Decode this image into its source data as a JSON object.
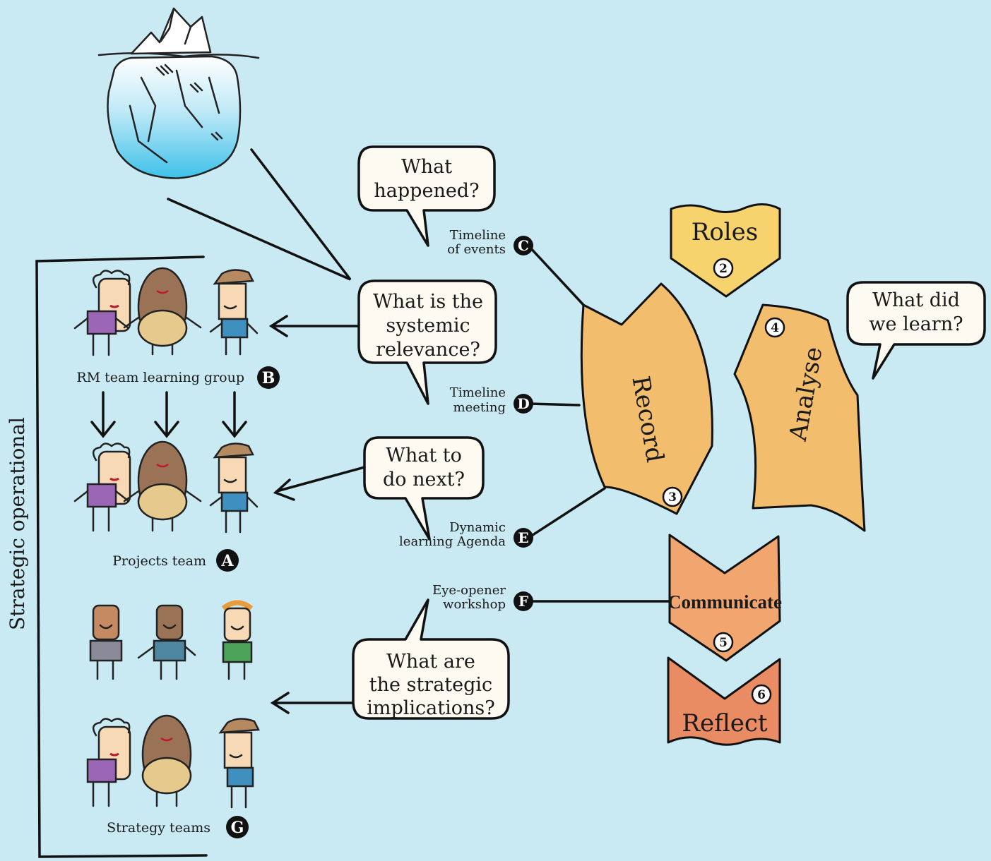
{
  "side_label": "Strategic operational",
  "questions": {
    "q1_line1": "What",
    "q1_line2": "happened?",
    "q2_line1": "What is the",
    "q2_line2": "systemic",
    "q2_line3": "relevance?",
    "q3_line1": "What to",
    "q3_line2": "do next?",
    "q4_line1": "What are",
    "q4_line2": "the strategic",
    "q4_line3": "implications?",
    "q5_line1": "What did",
    "q5_line2": "we learn?"
  },
  "nodes": {
    "c_line1": "Timeline",
    "c_line2": "of events",
    "c_letter": "C",
    "d_line1": "Timeline",
    "d_line2": "meeting",
    "d_letter": "D",
    "e_line1": "Dynamic",
    "e_line2": "learning Agenda",
    "e_letter": "E",
    "f_line1": "Eye-opener",
    "f_line2": "workshop",
    "f_letter": "F"
  },
  "groups": {
    "b_label": "RM team learning group",
    "b_letter": "B",
    "a_label": "Projects team",
    "a_letter": "A",
    "g_label": "Strategy teams",
    "g_letter": "G"
  },
  "steps": {
    "roles": "Roles",
    "roles_num": "2",
    "record": "Record",
    "record_num": "3",
    "analyse": "Analyse",
    "analyse_num": "4",
    "communicate": "Communicate",
    "communicate_num": "5",
    "reflect": "Reflect",
    "reflect_num": "6"
  },
  "colors": {
    "background": "#c9e9f3",
    "roles": "#f7d36e",
    "record": "#f3bd6e",
    "analyse": "#f3bd6e",
    "communicate": "#f0a66e",
    "reflect": "#ea8c63",
    "bubble": "#fdfaf2",
    "ice_top": "#ffffff",
    "ice_bottom": "#3ec1e8"
  }
}
